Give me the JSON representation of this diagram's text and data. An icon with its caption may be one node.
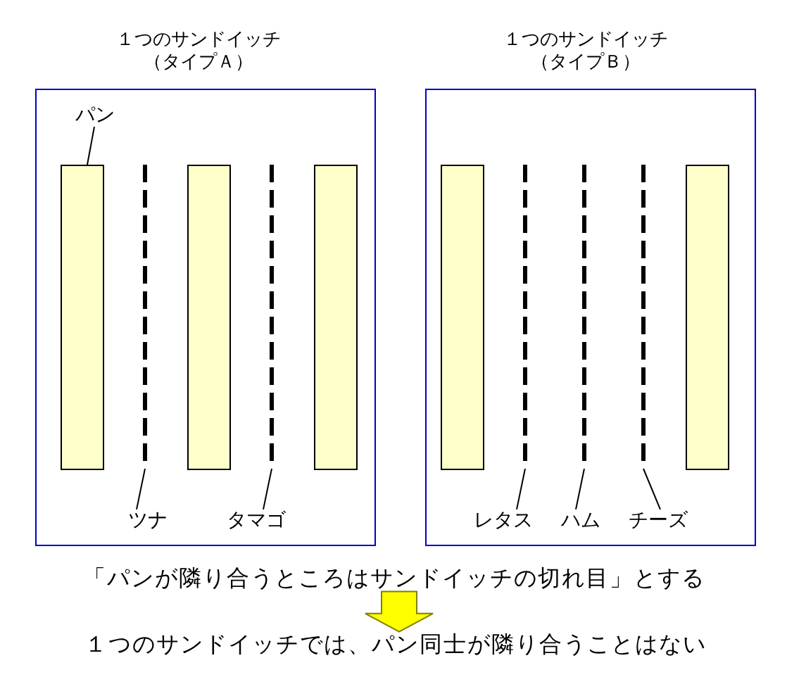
{
  "diagram": {
    "nodes": [
      {
        "text": [
          "１つのサンドイッチ（タイプＡ）"
        ]
      },
      {
        "text": [
          "パン"
        ],
        "in": 0
      },
      {
        "text": [],
        "shape": "box",
        "in": 0
      },
      {
        "text": [],
        "shape": "line",
        "in": 0
      },
      {
        "text": [],
        "shape": "box",
        "in": 0
      },
      {
        "text": [],
        "shape": "line",
        "in": 0
      },
      {
        "text": [],
        "shape": "box",
        "in": 0
      },
      {
        "text": [
          "ツナ"
        ],
        "in": 0
      },
      {
        "text": [
          "タマゴ"
        ],
        "in": 0
      },
      {
        "text": [
          "１つのサンドイッチ（タイプＢ）"
        ]
      },
      {
        "text": [],
        "shape": "box",
        "in": 9
      },
      {
        "text": [],
        "shape": "line",
        "in": 9
      },
      {
        "text": [],
        "shape": "line",
        "in": 9
      },
      {
        "text": [],
        "shape": "line",
        "in": 9
      },
      {
        "text": [],
        "shape": "box",
        "in": 9
      },
      {
        "text": [
          "レタス"
        ],
        "in": 9
      },
      {
        "text": [
          "ハム"
        ],
        "in": 9
      },
      {
        "text": [
          "チーズ"
        ],
        "in": 9
      },
      {
        "text": [
          "「パンが隣り合うところはサンドイッチの切れ目」とする"
        ]
      },
      {
        "text": [
          "１つのサンドイッチでは、パン同士が隣り合うことはない"
        ]
      }
    ],
    "edges": [
      {
        "from": 1,
        "to": 2,
        "arrow": "none"
      },
      {
        "from": 7,
        "to": 3,
        "arrow": "none"
      },
      {
        "from": 8,
        "to": 5,
        "arrow": "none"
      },
      {
        "from": 15,
        "to": 11,
        "arrow": "none"
      },
      {
        "from": 16,
        "to": 12,
        "arrow": "none"
      },
      {
        "from": 17,
        "to": 13,
        "arrow": "none"
      },
      {
        "from": 18,
        "to": 19,
        "arrow": "to",
        "color": "#ffff00"
      }
    ]
  }
}
